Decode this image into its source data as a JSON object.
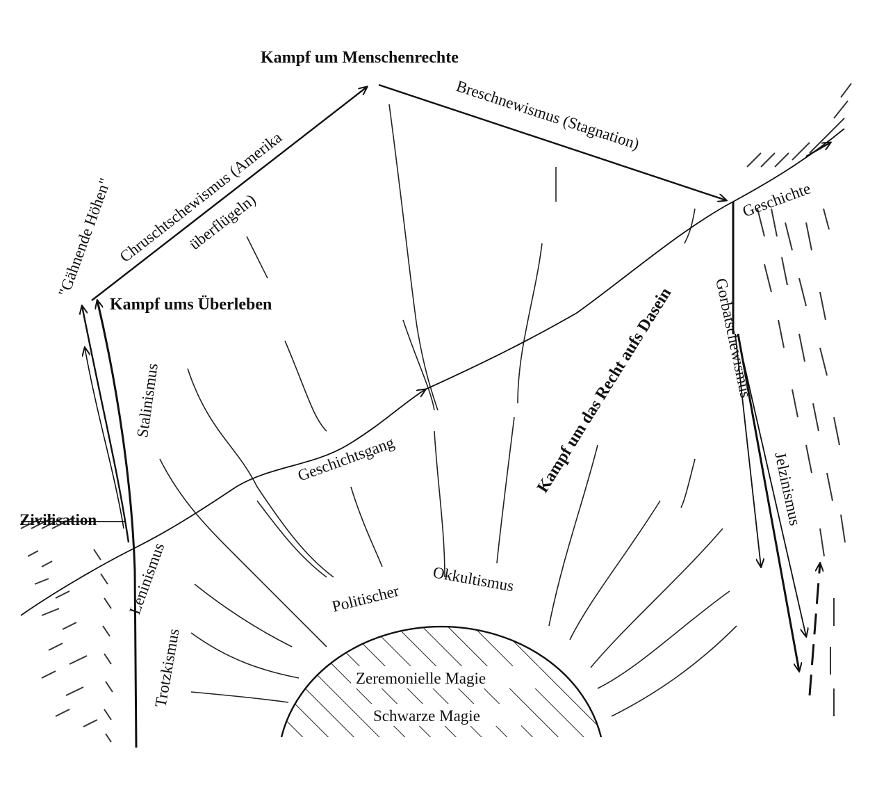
{
  "labels": {
    "human_rights": "Kampf um Menschenrechte",
    "brezhnev": "Breschnewismus (Stagnation)",
    "khrushchev_1": "Chruschtschewismus (Amerika",
    "khrushchev_2": "überflügeln)",
    "yawning_heights": "\"Gähnende Höhen\"",
    "survival": "Kampf ums Überleben",
    "stalinism": "Stalinismus",
    "civilization": "Zivilisation",
    "leninism": "Leninismus",
    "trotskyism": "Trotzkismus",
    "course_of_history": "Geschichtsgang",
    "history": "Geschichte",
    "right_to_exist": "Kampf um das Recht aufs Dasein",
    "gorbachevism": "Gorbatschewismus",
    "yeltsinism": "Jelzinismus",
    "political": "Politischer",
    "occultism": "Okkultismus",
    "ceremonial_magic": "Zeremonielle Magie",
    "black_magic": "Schwarze Magie"
  }
}
